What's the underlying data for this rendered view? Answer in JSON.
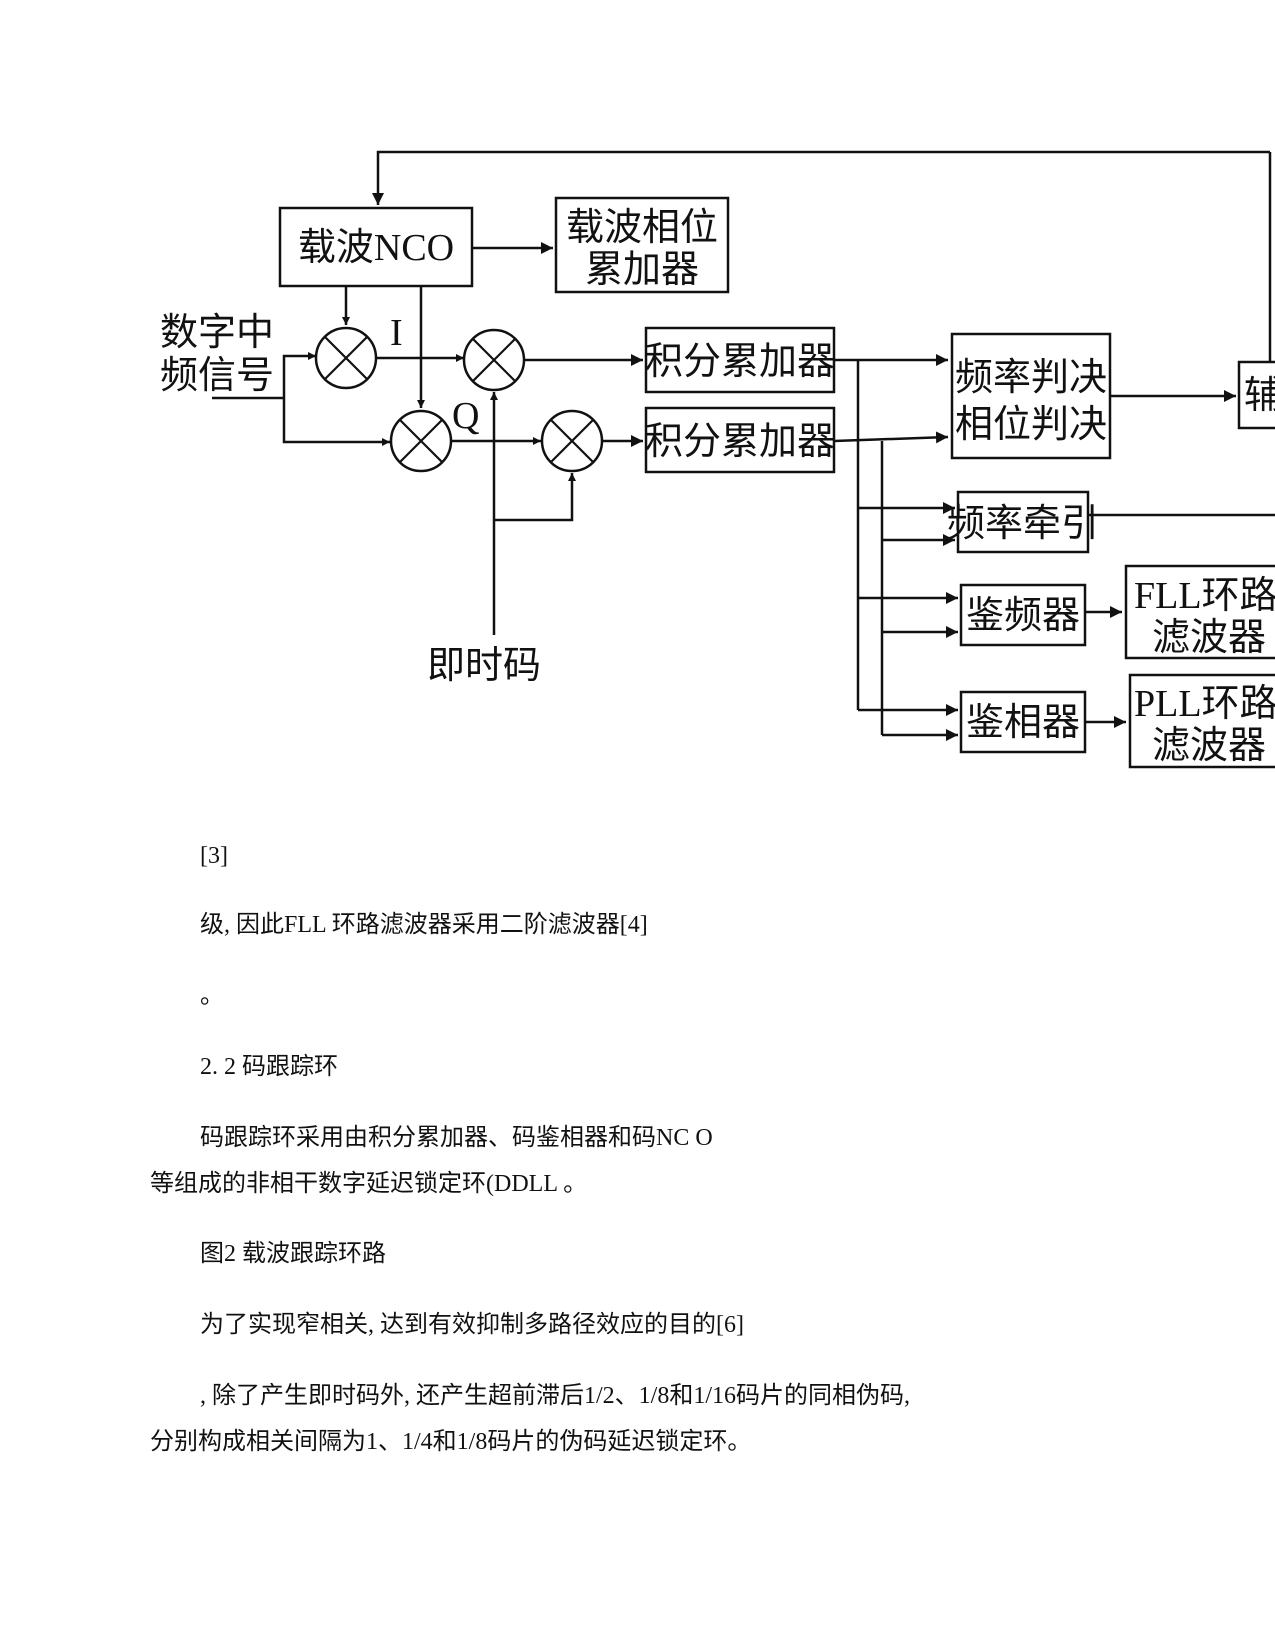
{
  "figure": {
    "blocks": {
      "carrier_nco": "载波NCO",
      "carrier_phase_accum_l1": "载波相位",
      "carrier_phase_accum_l2": "累加器",
      "integrate_dump_1": "积分累加器",
      "integrate_dump_2": "积分累加器",
      "decision_l1": "频率判决",
      "decision_l2": "相位判决",
      "freq_pull_in": "频率牵引",
      "freq_discriminator": "鉴频器",
      "fll_filter_l1": "FLL环路",
      "fll_filter_l2": "滤波器",
      "phase_discriminator": "鉴相器",
      "pll_filter_l1": "PLL环路",
      "pll_filter_l2": "滤波器",
      "clipped_box": "辅"
    },
    "labels": {
      "input_l1": "数字中",
      "input_l2": "频信号",
      "i_branch": "I",
      "q_branch": "Q",
      "prompt_code": "即时码"
    }
  },
  "paragraphs": [
    {
      "text": "[3]",
      "indent": true
    },
    {
      "text": "级, 因此FLL 环路滤波器采用二阶滤波器[4]",
      "indent": true
    },
    {
      "text": "。",
      "indent": true
    },
    {
      "text": "2. 2 码跟踪环",
      "indent": true
    },
    {
      "text": "码跟踪环采用由积分累加器、码鉴相器和码NC O",
      "indent": true
    },
    {
      "text": "等组成的非相干数字延迟锁定环(DDLL 。",
      "indent": false
    },
    {
      "text": "图2 载波跟踪环路",
      "indent": true
    },
    {
      "text": "为了实现窄相关, 达到有效抑制多路径效应的目的[6]",
      "indent": true
    },
    {
      "text": ", 除了产生即时码外, 还产生超前滞后1/2、1/8和1/16码片的同相伪码,",
      "indent": true
    },
    {
      "text": "分别构成相关间隔为1、1/4和1/8码片的伪码延迟锁定环。",
      "indent": false
    }
  ]
}
